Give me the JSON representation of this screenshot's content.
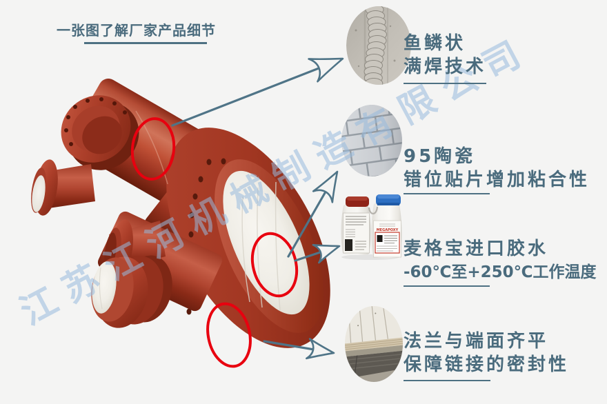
{
  "background": "#f4f4f3",
  "colors": {
    "text": "#4a6b7d",
    "arrow": "#4f7487",
    "highlight_ring_red": "#e8000f",
    "pipe_red": "#b34a33",
    "watermark_blue": "rgba(152,186,221,0.55)"
  },
  "title": {
    "text": "一张图了解厂家产品细节"
  },
  "watermark": {
    "text": "江苏江河机械制造有限公司"
  },
  "details": [
    {
      "photo": "fishscale-weld-closeup",
      "lines": [
        "鱼鳞状",
        "满焊技术"
      ]
    },
    {
      "photo": "ceramic-tile-lining-closeup",
      "lines": [
        "95陶瓷",
        "错位贴片增加粘合性"
      ]
    },
    {
      "photo": "glue-bottles-closeup",
      "brand": "MEGAPOXY",
      "lines": [
        "麦格宝进口胶水",
        "-60℃至+250℃工作温度"
      ]
    },
    {
      "photo": "flange-face-closeup",
      "lines": [
        "法兰与端面齐平",
        "保障链接的密封性"
      ]
    }
  ]
}
